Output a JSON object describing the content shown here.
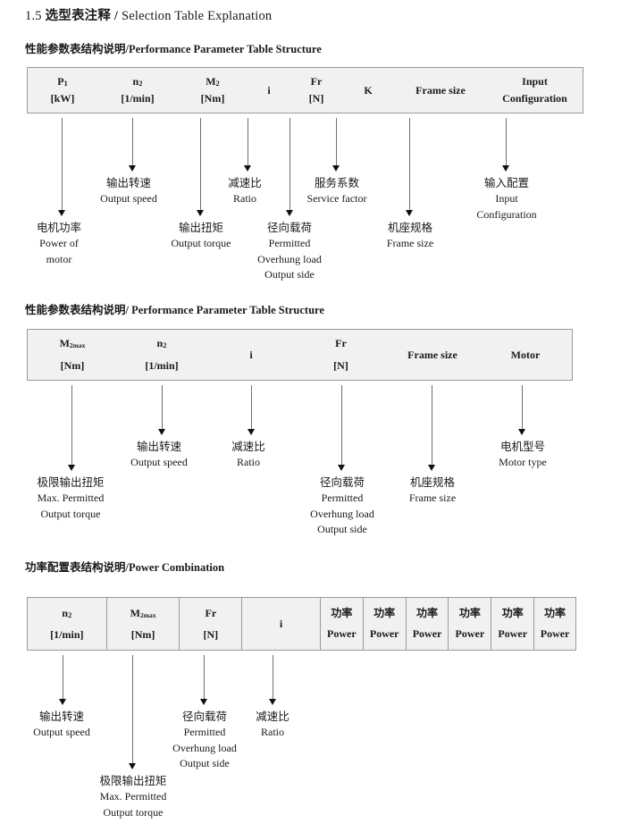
{
  "document": {
    "title_number": "1.5",
    "title_cn": "选型表注释",
    "title_separator": "/",
    "title_en": "Selection Table Explanation"
  },
  "sections": [
    {
      "heading_cn": "性能参数表结构说明",
      "heading_sep": "/",
      "heading_en": "Performance Parameter Table Structure",
      "table": {
        "columns": [
          {
            "symbol": "P",
            "subscript": "1",
            "unit": "[kW]"
          },
          {
            "symbol": "n",
            "subscript": "2",
            "unit": "[1/min]"
          },
          {
            "symbol": "M",
            "subscript": "2",
            "unit": "[Nm]"
          },
          {
            "symbol": "i",
            "subscript": "",
            "unit": ""
          },
          {
            "symbol": "Fr",
            "subscript": "",
            "unit": "[N]"
          },
          {
            "symbol": "K",
            "subscript": "",
            "unit": ""
          },
          {
            "symbol": "Frame size",
            "subscript": "",
            "unit": ""
          },
          {
            "symbol": "Input",
            "subscript": "",
            "unit": "Configuration"
          }
        ]
      },
      "annotations": [
        {
          "cn": "电机功率",
          "en": [
            "Power of",
            "motor"
          ]
        },
        {
          "cn": "输出转速",
          "en": [
            "Output speed"
          ]
        },
        {
          "cn": "输出扭矩",
          "en": [
            "Output torque"
          ]
        },
        {
          "cn": "减速比",
          "en": [
            "Ratio"
          ]
        },
        {
          "cn": "径向载荷",
          "en": [
            "Permitted",
            "Overhung load",
            "Output side"
          ]
        },
        {
          "cn": "服务系数",
          "en": [
            "Service factor"
          ]
        },
        {
          "cn": "机座规格",
          "en": [
            "Frame size"
          ]
        },
        {
          "cn": "输入配置",
          "en": [
            "Input",
            "Configuration"
          ]
        }
      ]
    },
    {
      "heading_cn": "性能参数表结构说明",
      "heading_sep": "/",
      "heading_en": "Performance Parameter Table Structure",
      "table": {
        "columns": [
          {
            "symbol": "M",
            "subscript": "2max",
            "unit": "[Nm]"
          },
          {
            "symbol": "n",
            "subscript": "2",
            "unit": "[1/min]"
          },
          {
            "symbol": "i",
            "subscript": "",
            "unit": ""
          },
          {
            "symbol": "Fr",
            "subscript": "",
            "unit": "[N]"
          },
          {
            "symbol": "Frame size",
            "subscript": "",
            "unit": ""
          },
          {
            "symbol": "Motor",
            "subscript": "",
            "unit": ""
          }
        ]
      },
      "annotations": [
        {
          "cn": "极限输出扭矩",
          "en": [
            "Max. Permitted",
            "Output  torque"
          ]
        },
        {
          "cn": "输出转速",
          "en": [
            "Output speed"
          ]
        },
        {
          "cn": "减速比",
          "en": [
            "Ratio"
          ]
        },
        {
          "cn": "径向载荷",
          "en": [
            "Permitted",
            "Overhung load",
            "Output side"
          ]
        },
        {
          "cn": "机座规格",
          "en": [
            "Frame size"
          ]
        },
        {
          "cn": "电机型号",
          "en": [
            "Motor type"
          ]
        }
      ]
    },
    {
      "heading_cn": "功率配置表结构说明",
      "heading_sep": "/",
      "heading_en": "Power Combination",
      "table": {
        "columns": [
          {
            "symbol": "n",
            "subscript": "2",
            "unit": "[1/min]"
          },
          {
            "symbol": "M",
            "subscript": "2max",
            "unit": "[Nm]"
          },
          {
            "symbol": "Fr",
            "subscript": "",
            "unit": "[N]"
          },
          {
            "symbol": "i",
            "subscript": "",
            "unit": ""
          },
          {
            "symbol": "功率",
            "subscript": "",
            "unit": "Power"
          },
          {
            "symbol": "功率",
            "subscript": "",
            "unit": "Power"
          },
          {
            "symbol": "功率",
            "subscript": "",
            "unit": "Power"
          },
          {
            "symbol": "功率",
            "subscript": "",
            "unit": "Power"
          },
          {
            "symbol": "功率",
            "subscript": "",
            "unit": "Power"
          },
          {
            "symbol": "功率",
            "subscript": "",
            "unit": "Power"
          }
        ]
      },
      "annotations": [
        {
          "cn": "输出转速",
          "en": [
            "Output speed"
          ]
        },
        {
          "cn": "极限输出扭矩",
          "en": [
            "Max. Permitted",
            "Output  torque"
          ]
        },
        {
          "cn": "径向载荷",
          "en": [
            "Permitted",
            "Overhung load",
            "Output side"
          ]
        },
        {
          "cn": "减速比",
          "en": [
            "Ratio"
          ]
        }
      ]
    }
  ],
  "colors": {
    "table_fill": "#f1f1f1",
    "table_border": "#9a9a9a",
    "arrow_shaft": "#6f6f6f",
    "arrow_head": "#111111",
    "text": "#1a1a1a"
  }
}
